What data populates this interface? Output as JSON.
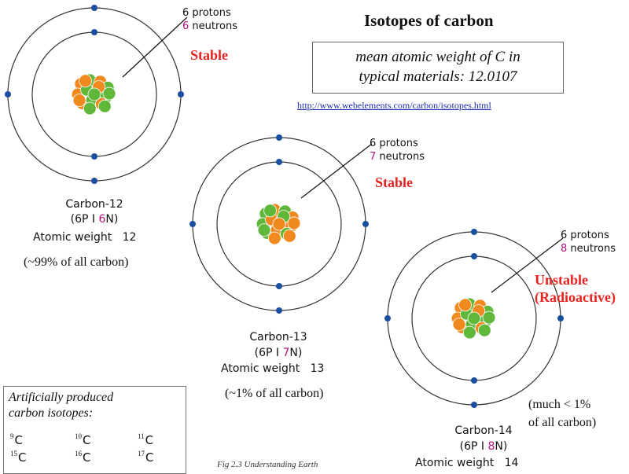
{
  "title": "Isotopes of carbon",
  "info_box": {
    "line1": "mean atomic weight of C in",
    "line2": "typical materials: 12.0107"
  },
  "link": "http://www.webelements.com/carbon/isotopes.html",
  "colors": {
    "proton": "#f08a1e",
    "neutron": "#5fb83a",
    "orbit": "#333333",
    "electron": "#1a4fa0",
    "stability": "#e8231f",
    "neutron_count": "#b0127e",
    "link": "#1f2fb0"
  },
  "isotopes": [
    {
      "protons_label": "6 protons",
      "neutrons_number": "6",
      "neutrons_word": "neutrons",
      "stability": "Stable",
      "stability_line2": "",
      "name": "Carbon-12",
      "composition_prefix": "(6P I ",
      "composition_neutrons": "6",
      "composition_suffix": "N)",
      "weight_label": "Atomic weight",
      "weight_value": "12",
      "abundance": "(~99% of all carbon)",
      "abundance_line2": ""
    },
    {
      "protons_label": "6 protons",
      "neutrons_number": "7",
      "neutrons_word": "neutrons",
      "stability": "Stable",
      "stability_line2": "",
      "name": "Carbon-13",
      "composition_prefix": "(6P I ",
      "composition_neutrons": "7",
      "composition_suffix": "N)",
      "weight_label": "Atomic weight",
      "weight_value": "13",
      "abundance": "(~1% of all carbon)",
      "abundance_line2": ""
    },
    {
      "protons_label": "6 protons",
      "neutrons_number": "8",
      "neutrons_word": "neutrons",
      "stability": "Unstable",
      "stability_line2": "(Radioactive)",
      "name": "Carbon-14",
      "composition_prefix": "(6P I ",
      "composition_neutrons": "8",
      "composition_suffix": "N)",
      "weight_label": "Atomic weight",
      "weight_value": "14",
      "abundance": "(much < 1%",
      "abundance_line2": "of all carbon)"
    }
  ],
  "artificial": {
    "title_line1": "Artificially produced",
    "title_line2": "carbon isotopes:",
    "items": [
      {
        "mass": "9",
        "symbol": "C"
      },
      {
        "mass": "10",
        "symbol": "C"
      },
      {
        "mass": "11",
        "symbol": "C"
      },
      {
        "mass": "15",
        "symbol": "C"
      },
      {
        "mass": "16",
        "symbol": "C"
      },
      {
        "mass": "17",
        "symbol": "C"
      }
    ]
  },
  "caption": "Fig 2.3 Understanding Earth"
}
